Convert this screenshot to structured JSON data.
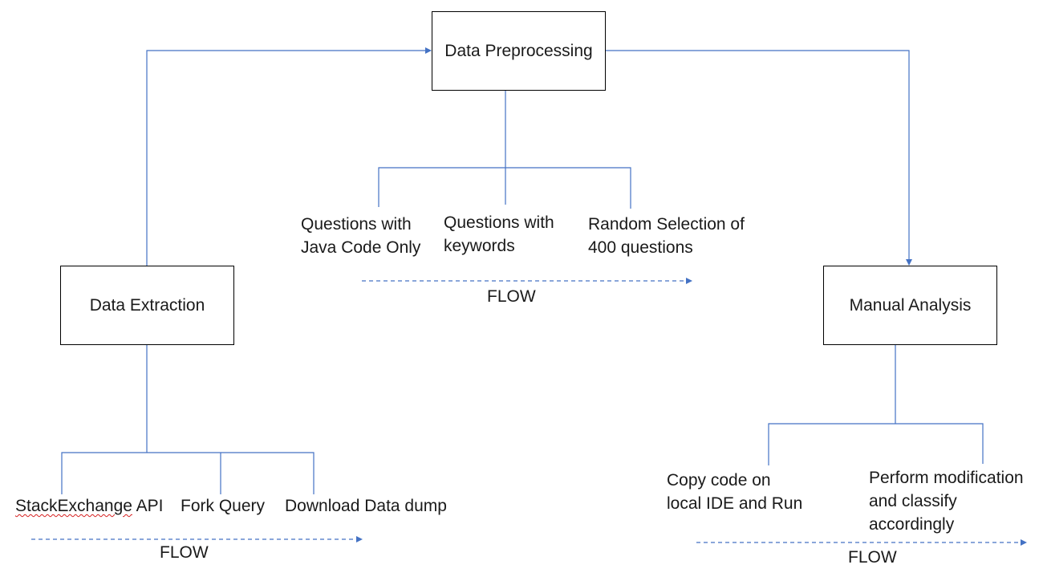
{
  "colors": {
    "connector": "#4472c4",
    "box_border": "#000000",
    "text": "#1a1a1a",
    "spellcheck": "#d61f1f"
  },
  "boxes": {
    "preprocessing": "Data Preprocessing",
    "extraction": "Data Extraction",
    "analysis": "Manual Analysis"
  },
  "preprocessing_items": [
    "Questions with\nJava Code Only",
    "Questions with\nkeywords",
    "Random Selection of\n400 questions"
  ],
  "extraction_items": {
    "api_word": "StackExchange",
    "api_rest": " API",
    "fork": "Fork Query",
    "dump": "Download Data dump"
  },
  "analysis_items": [
    "Copy code on\nlocal IDE and Run",
    "Perform modification\nand classify\naccordingly"
  ],
  "flow_labels": {
    "preprocessing": "FLOW",
    "extraction": "FLOW",
    "analysis": "FLOW"
  }
}
